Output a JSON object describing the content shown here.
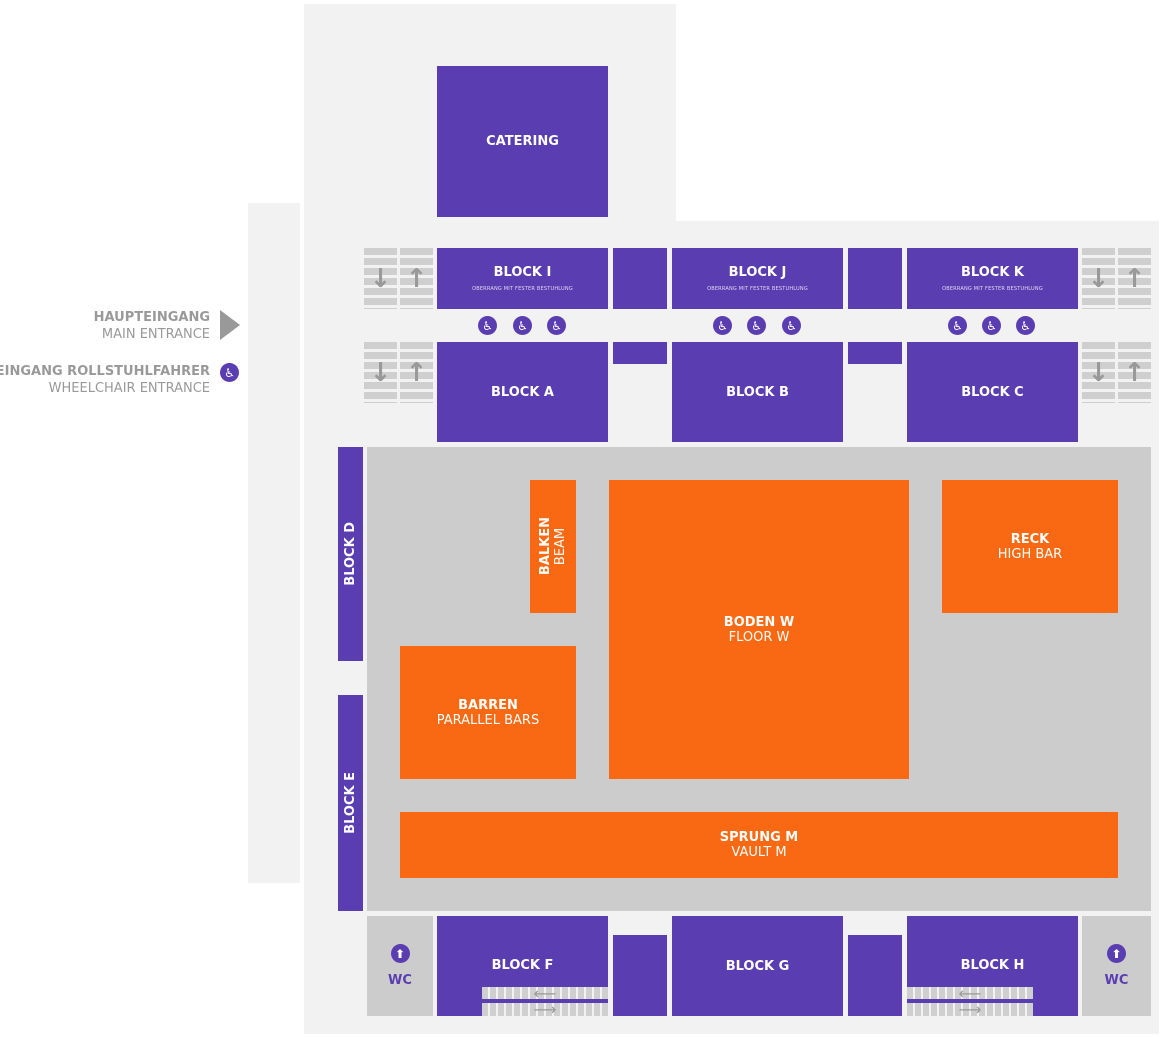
{
  "entrance": {
    "main_de": "HAUPTEINGANG",
    "main_en": "MAIN ENTRANCE",
    "wheel_de": "EINGANG ROLLSTUHLFAHRER",
    "wheel_en": "WHEELCHAIR ENTRANCE"
  },
  "catering": "CATERING",
  "upper": {
    "i": "BLOCK I",
    "j": "BLOCK J",
    "k": "BLOCK K",
    "subtitle": "OBERRANG MIT FESTER BESTUHLUNG"
  },
  "lower": {
    "a": "BLOCK A",
    "b": "BLOCK B",
    "c": "BLOCK C",
    "d": "BLOCK D",
    "e": "BLOCK E",
    "f": "BLOCK F",
    "g": "BLOCK G",
    "h": "BLOCK H"
  },
  "apparatus": {
    "balken": "BALKEN",
    "beam": "BEAM",
    "boden": "BODEN W",
    "floor": "FLOOR W",
    "reck": "RECK",
    "highbar": "HIGH BAR",
    "barren": "BARREN",
    "parallel": "PARALLEL BARS",
    "sprung": "SPRUNG M",
    "vault": "VAULT M"
  },
  "wc": "WC",
  "colors": {
    "purple": "#5b3db2",
    "orange": "#f96812",
    "gray": "#cccccc"
  }
}
